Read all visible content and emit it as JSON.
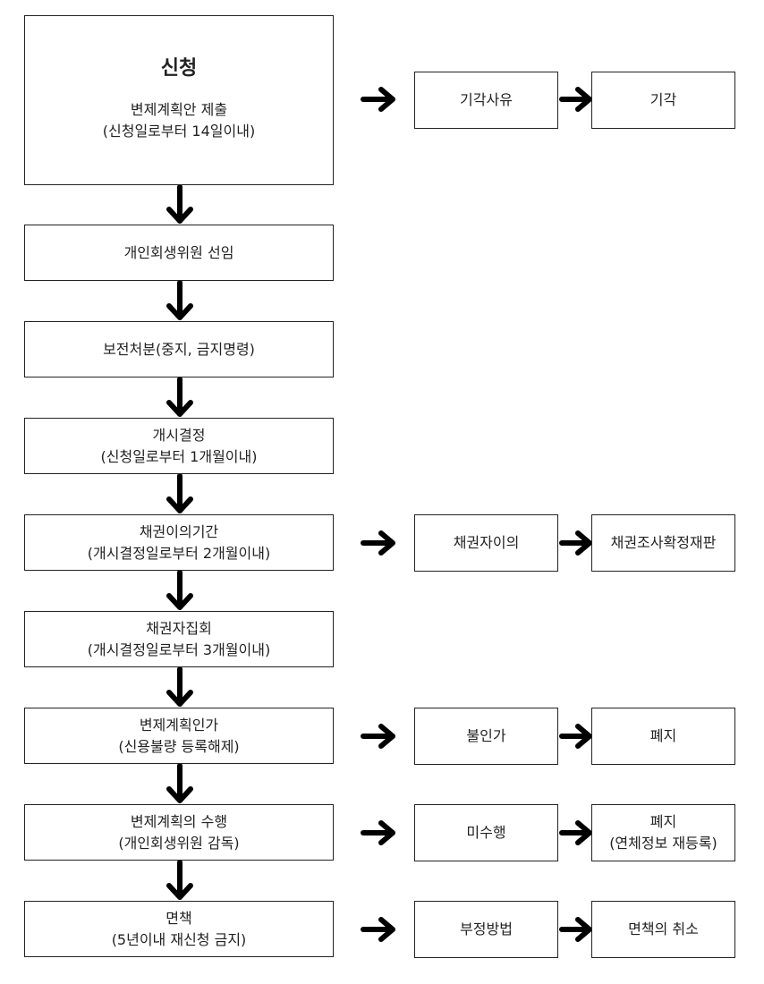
{
  "steps": [
    {
      "title": "신청",
      "line1": "변제계획안 제출",
      "line2": "(신청일로부터 14일이내)"
    },
    {
      "line1": "개인회생위원 선임"
    },
    {
      "line1": "보전처분(중지, 금지명령)"
    },
    {
      "line1": "개시결정",
      "line2": "(신청일로부터 1개월이내)"
    },
    {
      "line1": "채권이의기간",
      "line2": "(개시결정일로부터 2개월이내)"
    },
    {
      "line1": "채권자집회",
      "line2": "(개시결정일로부터 3개월이내)"
    },
    {
      "line1": "변제계획인가",
      "line2": "(신용불량 등록해제)"
    },
    {
      "line1": "변제계획의 수행",
      "line2": "(개인회생위원 감독)"
    },
    {
      "line1": "면책",
      "line2": "(5년이내 재신청 금지)"
    }
  ],
  "branches": {
    "apply": {
      "mid": "기각사유",
      "end": "기각"
    },
    "objection": {
      "mid": "채권자이의",
      "end": "채권조사확정재판"
    },
    "approval": {
      "mid": "불인가",
      "end": "폐지"
    },
    "performance": {
      "mid": "미수행",
      "end_line1": "폐지",
      "end_line2": "(연체정보 재등록)"
    },
    "discharge": {
      "mid": "부정방법",
      "end": "면책의 취소"
    }
  }
}
